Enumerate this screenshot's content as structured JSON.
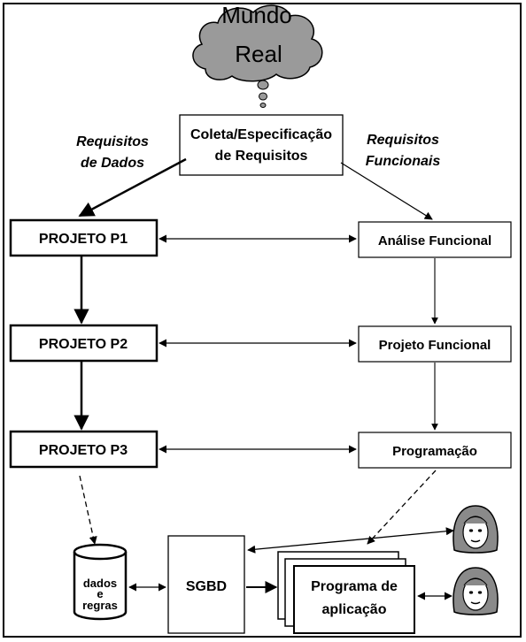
{
  "cloud": {
    "line1": "Mundo",
    "line2": "Real"
  },
  "collect_box": {
    "line1": "Coleta/Especificação",
    "line2": "de Requisitos"
  },
  "labels": {
    "data_req_1": "Requisitos",
    "data_req_2": "de Dados",
    "func_req_1": "Requisitos",
    "func_req_2": "Funcionais"
  },
  "left_boxes": [
    "PROJETO P1",
    "PROJETO P2",
    "PROJETO P3"
  ],
  "right_boxes": [
    "Análise Funcional",
    "Projeto Funcional",
    "Programação"
  ],
  "db": {
    "line1": "dados",
    "line2": "e",
    "line3": "regras"
  },
  "sgbd": "SGBD",
  "program": {
    "line1": "Programa de",
    "line2": "aplicação"
  },
  "colors": {
    "stroke": "#000000",
    "cloud_fill": "#9a9a9a",
    "background": "#ffffff"
  }
}
